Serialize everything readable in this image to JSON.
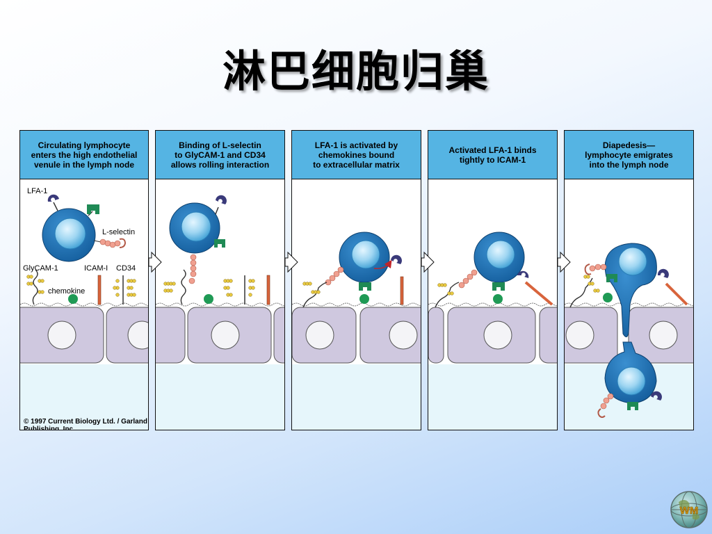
{
  "slide": {
    "title": "淋巴细胞归巢"
  },
  "panels": [
    {
      "header": "Circulating lymphocyte\nenters the high endothelial\nvenule in the lymph node",
      "labels": {
        "lfa1": "LFA-1",
        "lselectin": "L-selectin",
        "glycam": "GlyCAM-1",
        "icam": "ICAM-I",
        "cd34": "CD34",
        "chemokine": "chemokine"
      }
    },
    {
      "header": "Binding of L-selectin\nto GlyCAM-1 and CD34\nallows rolling interaction"
    },
    {
      "header": "LFA-1 is activated by\nchemokines bound\nto extracellular matrix"
    },
    {
      "header": "Activated LFA-1 binds\ntightly to ICAM-1"
    },
    {
      "header": "Diapedesis—\nlymphocyte emigrates\ninto the lymph node"
    }
  ],
  "copyright": "© 1997 Current Biology Ltd. / Garland Publishing, Inc.",
  "logo": {
    "text": "WM"
  },
  "colors": {
    "header_blue": "#55b4e3",
    "cell_blue": "#1b6fb3",
    "endothelium": "#cfc8df",
    "lumen_bottom": "#e6f6fb",
    "lselectin_pink": "#f0a090",
    "lfa1_purple": "#3a3a7a",
    "icam_green": "#1f8a55",
    "chemokine_green": "#1f9a55",
    "glycam_yellow": "#e8c840",
    "cd34_orange": "#d8643c"
  }
}
